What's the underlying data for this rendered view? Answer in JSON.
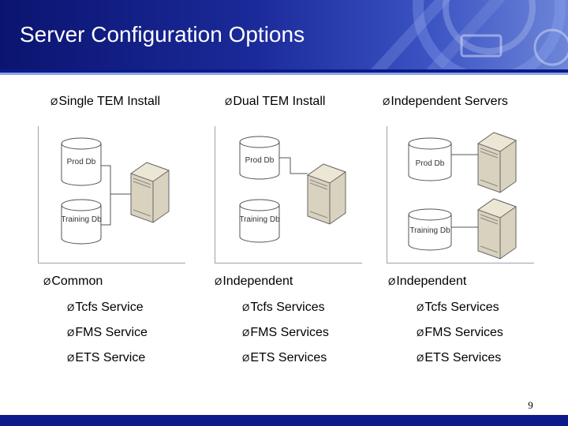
{
  "title": "Server Configuration Options",
  "page_number": "9",
  "bullet_glyph": "Ø",
  "columns": [
    {
      "heading": "Single TEM Install",
      "group_heading": "Common",
      "databases": [
        "Prod Db",
        "Training Db"
      ],
      "services": [
        "Tcfs Service",
        "FMS Service",
        "ETS Service"
      ]
    },
    {
      "heading": "Dual TEM Install",
      "group_heading": "Independent",
      "databases": [
        "Prod Db",
        "Training Db"
      ],
      "services": [
        "Tcfs Services",
        "FMS Services",
        "ETS Services"
      ]
    },
    {
      "heading": "Independent Servers",
      "group_heading": "Independent",
      "databases": [
        "Prod Db",
        "Training Db"
      ],
      "services": [
        "Tcfs Services",
        "FMS Services",
        "ETS Services"
      ]
    }
  ],
  "colors": {
    "header_dark": "#0a1470",
    "header_light": "#6d86d8",
    "footer": "#0d1a8a",
    "server_fill": "#d9d2bf"
  }
}
